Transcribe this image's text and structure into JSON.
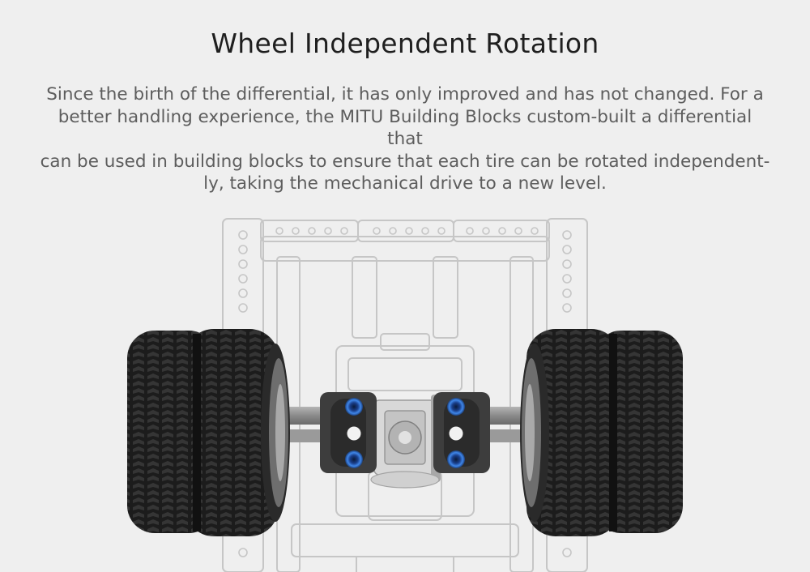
{
  "header": {
    "title": "Wheel Independent Rotation",
    "description_lines": [
      "Since the birth of the differential, it has only improved and has not changed. For a",
      "better handling experience, the MITU Building Blocks custom-built a differential that",
      "can be used in building blocks to ensure that each tire can be rotated independent-",
      "ly, taking the mechanical drive to a new level."
    ]
  },
  "illustration": {
    "chassis_line_color": "#c8c8c8",
    "tire_color": "#1c1c1c",
    "tread_color": "#2f2f2f",
    "axle_color": "#8e8e8e",
    "pin_color": "#2e6fd1",
    "gear_color": "#b9b9b9"
  }
}
